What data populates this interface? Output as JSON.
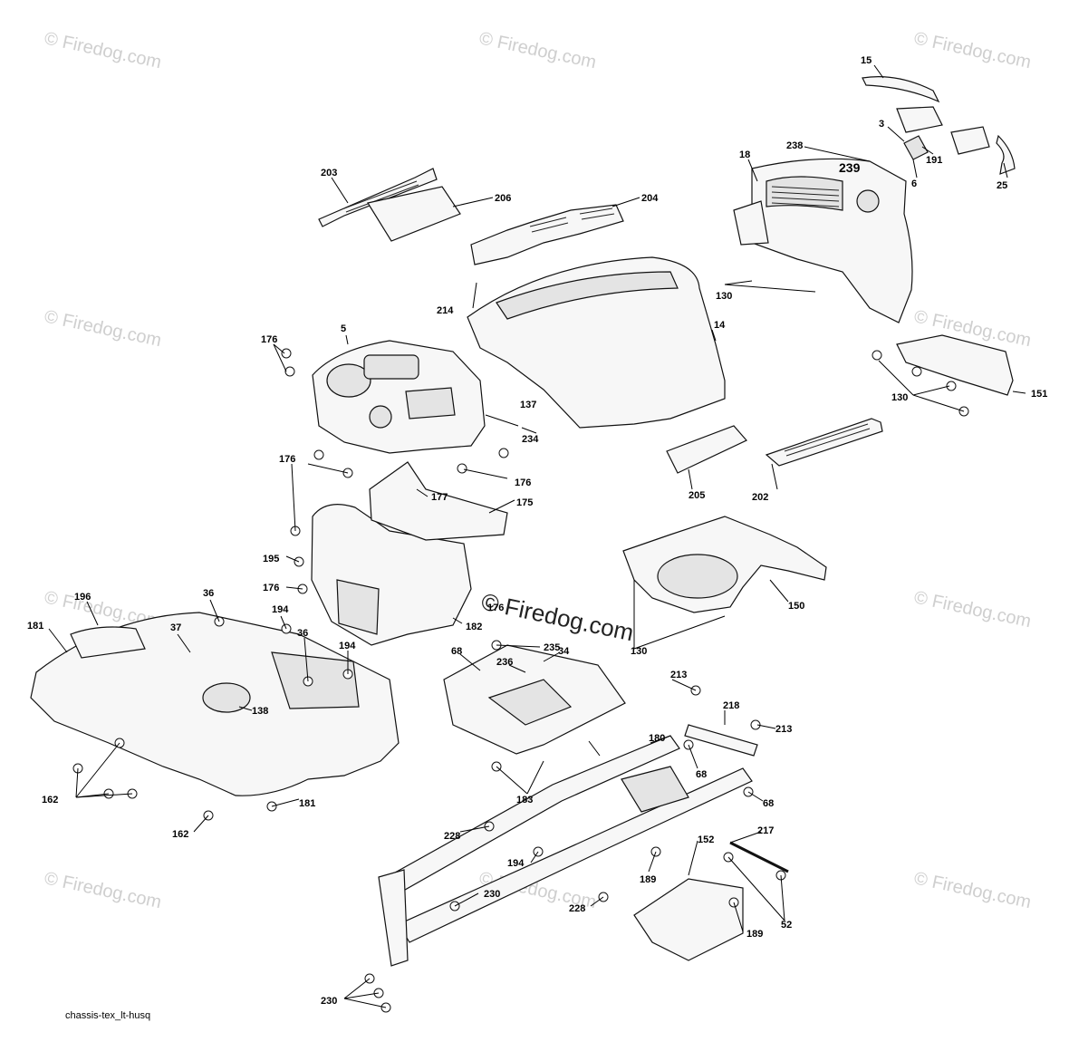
{
  "caption": "chassis-tex_lt-husq",
  "watermark": "© Firedog.com",
  "labels": [
    "15",
    "3",
    "191",
    "6",
    "25",
    "238",
    "239",
    "18",
    "203",
    "206",
    "204",
    "130",
    "214",
    "14",
    "5",
    "176",
    "137",
    "234",
    "176",
    "151",
    "130",
    "205",
    "202",
    "176",
    "177",
    "175",
    "195",
    "176",
    "182",
    "176",
    "150",
    "130",
    "196",
    "36",
    "181",
    "37",
    "194",
    "36",
    "194",
    "68",
    "235",
    "34",
    "236",
    "213",
    "218",
    "138",
    "180",
    "213",
    "68",
    "68",
    "183",
    "162",
    "181",
    "162",
    "228",
    "217",
    "152",
    "194",
    "189",
    "230",
    "228",
    "189",
    "52",
    "230"
  ]
}
